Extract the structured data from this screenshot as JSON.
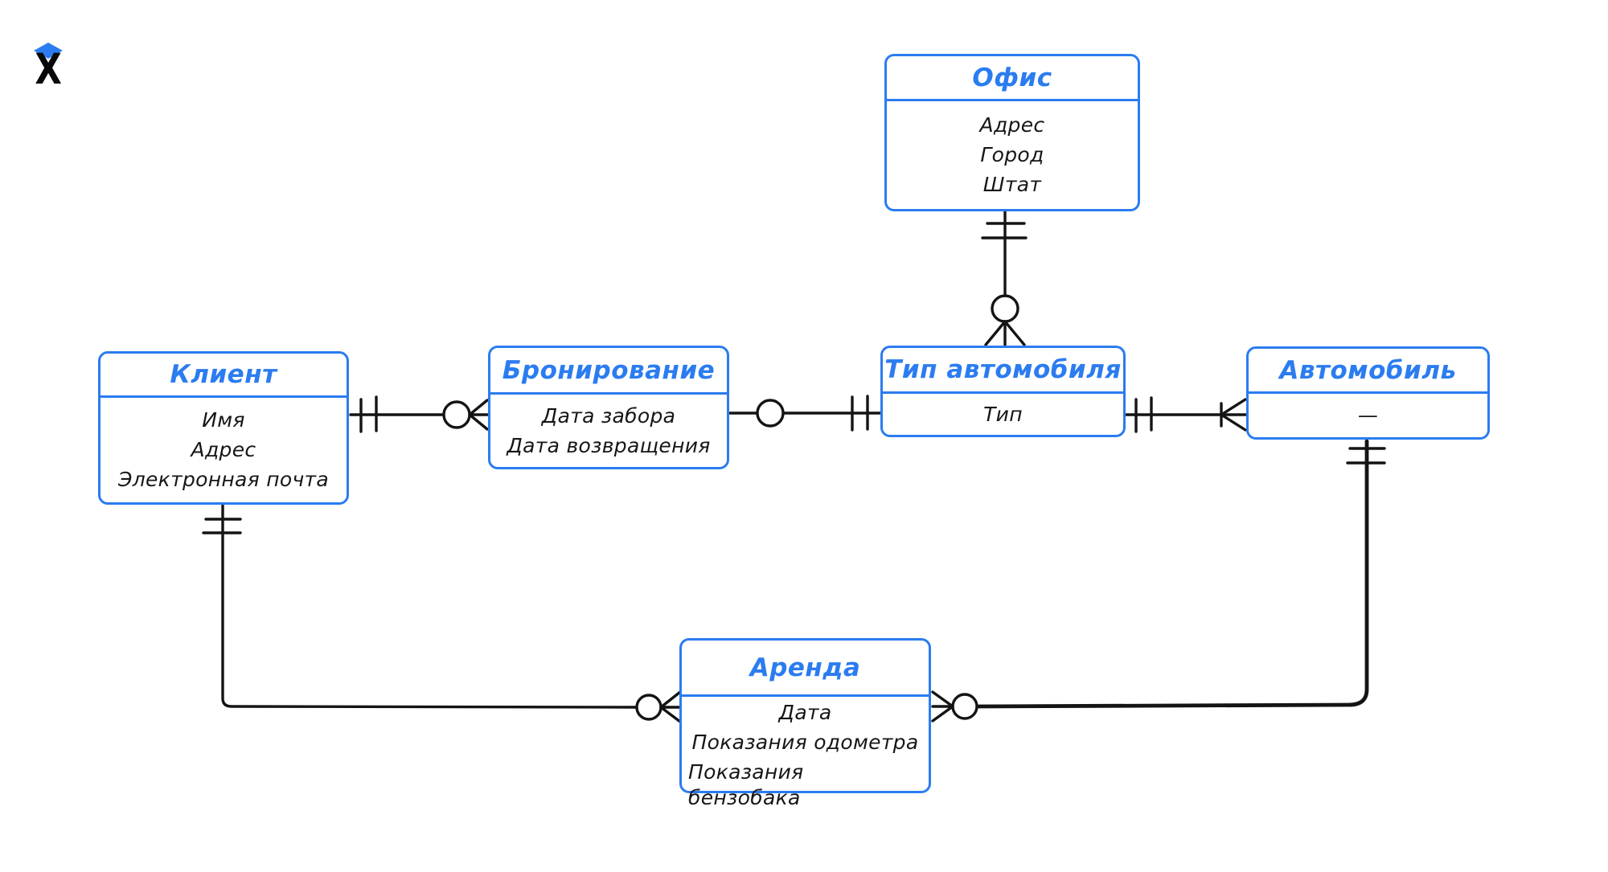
{
  "logo": {
    "glyph": "X",
    "diamond_color": "#2b7cf0"
  },
  "colors": {
    "entity_border": "#2b7cf0",
    "entity_title_text": "#2b7cf0",
    "attribute_text": "#161616",
    "connector_line": "#141414",
    "background": "#ffffff"
  },
  "entities": {
    "office": {
      "title": "Офис",
      "attributes": [
        "Адрес",
        "Город",
        "Штат"
      ]
    },
    "client": {
      "title": "Клиент",
      "attributes": [
        "Имя",
        "Адрес",
        "Электронная почта"
      ]
    },
    "booking": {
      "title": "Бронирование",
      "attributes": [
        "Дата забора",
        "Дата возвращения"
      ]
    },
    "car_type": {
      "title": "Тип автомобиля",
      "attributes": [
        "Тип"
      ]
    },
    "car": {
      "title": "Автомобиль",
      "attributes": [
        "—"
      ]
    },
    "rental": {
      "title": "Аренда",
      "attributes": [
        "Дата",
        "Показания одометра",
        "Показания бензобака"
      ]
    }
  },
  "relationships": [
    {
      "from": "Офис",
      "to": "Тип автомобиля",
      "from_end_notation": "one-and-only-one (||)",
      "to_end_notation": "zero-or-many (circle + crow's foot)"
    },
    {
      "from": "Клиент",
      "to": "Бронирование",
      "from_end_notation": "one-and-only-one (||)",
      "to_end_notation": "zero-or-many (circle + crow's foot)"
    },
    {
      "from": "Бронирование",
      "to": "Тип автомобиля",
      "from_end_notation": "zero (circle)",
      "to_end_notation": "one-and-only-one (||)"
    },
    {
      "from": "Тип автомобиля",
      "to": "Автомобиль",
      "from_end_notation": "one-and-only-one (||)",
      "to_end_notation": "one-or-many (tick + crow's foot)"
    },
    {
      "from": "Клиент",
      "to": "Аренда",
      "from_end_notation": "one-and-only-one (||)",
      "to_end_notation": "zero-or-many (circle + crow's foot)"
    },
    {
      "from": "Автомобиль",
      "to": "Аренда",
      "from_end_notation": "one-and-only-one (||)",
      "to_end_notation": "zero-or-many (circle + crow's foot)"
    }
  ]
}
